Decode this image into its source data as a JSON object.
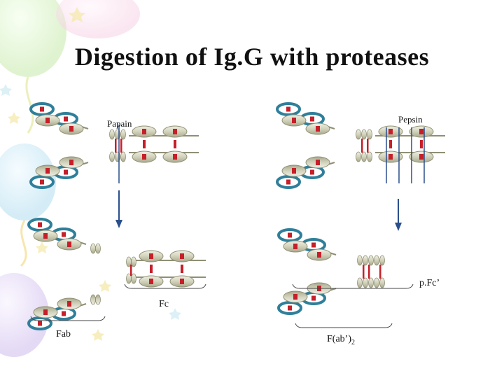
{
  "slide": {
    "title": "Digestion of Ig.G with proteases"
  },
  "labels": {
    "papain": "Papain",
    "pepsin": "Pepsin",
    "fc": "Fc",
    "fab": "Fab",
    "fab2_main": "F(ab’)",
    "fab2_sub": "2",
    "pfc": "p.Fc’"
  },
  "colors": {
    "heavy_domain": "#d8d8c4",
    "light_domain": "#2f7f9a",
    "disulfide": "#d0202a",
    "arrow": "#2a4f8c"
  }
}
